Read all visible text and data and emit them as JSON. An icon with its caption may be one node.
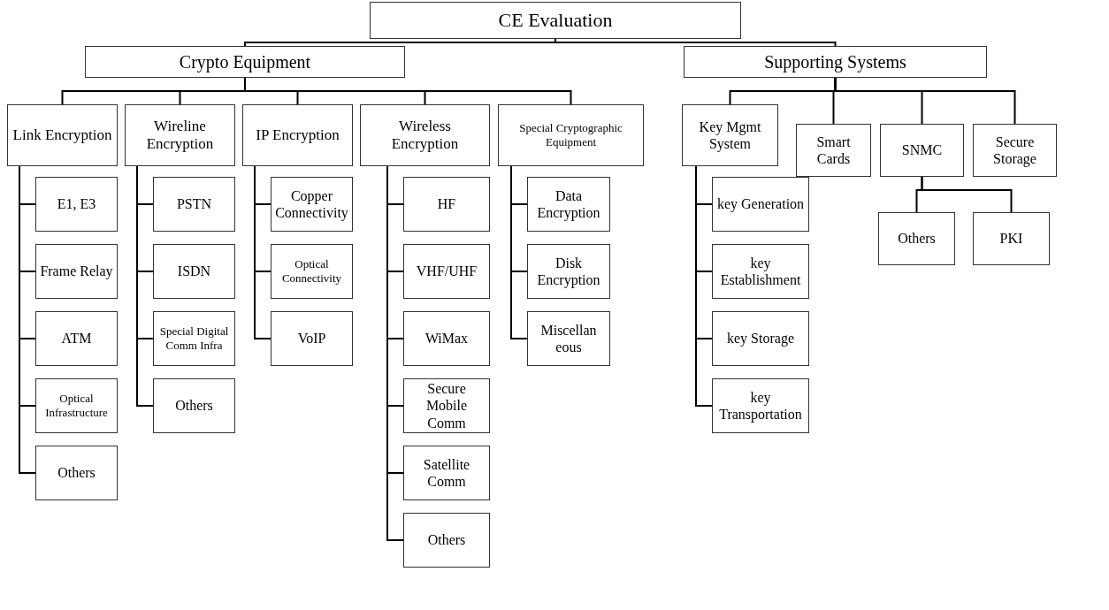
{
  "diagram": {
    "nodes": [
      {
        "text": [
          "CE Evaluation"
        ]
      },
      {
        "text": [
          "Crypto Equipment"
        ]
      },
      {
        "text": [
          "Supporting Systems"
        ]
      },
      {
        "text": [
          "Link Encryption"
        ]
      },
      {
        "text": [
          "Wireline Encryption"
        ]
      },
      {
        "text": [
          "IP Encryption"
        ]
      },
      {
        "text": [
          "Wireless Encryption"
        ]
      },
      {
        "text": [
          "Special Cryptographic Equipment"
        ]
      },
      {
        "text": [
          "Key Mgmt System"
        ]
      },
      {
        "text": [
          "Smart Cards"
        ]
      },
      {
        "text": [
          "SNMC"
        ]
      },
      {
        "text": [
          "Secure Storage"
        ]
      },
      {
        "text": [
          "E1, E3"
        ]
      },
      {
        "text": [
          "Frame Relay"
        ]
      },
      {
        "text": [
          "ATM"
        ]
      },
      {
        "text": [
          "Optical Infrastructure"
        ]
      },
      {
        "text": [
          "Others"
        ]
      },
      {
        "text": [
          "PSTN"
        ]
      },
      {
        "text": [
          "ISDN"
        ]
      },
      {
        "text": [
          "Special Digital Comm Infra"
        ]
      },
      {
        "text": [
          "Others"
        ]
      },
      {
        "text": [
          "Copper Connectivity"
        ]
      },
      {
        "text": [
          "Optical Connectivity"
        ]
      },
      {
        "text": [
          "VoIP"
        ]
      },
      {
        "text": [
          "HF"
        ]
      },
      {
        "text": [
          "VHF/UHF"
        ]
      },
      {
        "text": [
          "WiMax"
        ]
      },
      {
        "text": [
          "Secure Mobile Comm"
        ]
      },
      {
        "text": [
          "Satellite Comm"
        ]
      },
      {
        "text": [
          "Others"
        ]
      },
      {
        "text": [
          "Data Encryption"
        ]
      },
      {
        "text": [
          "Disk Encryption"
        ]
      },
      {
        "text": [
          "Miscellaneous"
        ]
      },
      {
        "text": [
          "key Generation"
        ]
      },
      {
        "text": [
          "key Establishment"
        ]
      },
      {
        "text": [
          "key Storage"
        ]
      },
      {
        "text": [
          "key Transportation"
        ]
      },
      {
        "text": [
          "Others"
        ]
      },
      {
        "text": [
          "PKI"
        ]
      }
    ],
    "edges": [
      {
        "from": 0,
        "to": 1,
        "arrow": "none"
      },
      {
        "from": 0,
        "to": 2,
        "arrow": "none"
      },
      {
        "from": 1,
        "to": 3,
        "arrow": "none"
      },
      {
        "from": 1,
        "to": 4,
        "arrow": "none"
      },
      {
        "from": 1,
        "to": 5,
        "arrow": "none"
      },
      {
        "from": 1,
        "to": 6,
        "arrow": "none"
      },
      {
        "from": 1,
        "to": 7,
        "arrow": "none"
      },
      {
        "from": 2,
        "to": 8,
        "arrow": "none"
      },
      {
        "from": 2,
        "to": 9,
        "arrow": "none"
      },
      {
        "from": 2,
        "to": 10,
        "arrow": "none"
      },
      {
        "from": 2,
        "to": 11,
        "arrow": "none"
      },
      {
        "from": 3,
        "to": 12,
        "arrow": "none"
      },
      {
        "from": 3,
        "to": 13,
        "arrow": "none"
      },
      {
        "from": 3,
        "to": 14,
        "arrow": "none"
      },
      {
        "from": 3,
        "to": 15,
        "arrow": "none"
      },
      {
        "from": 3,
        "to": 16,
        "arrow": "none"
      },
      {
        "from": 4,
        "to": 17,
        "arrow": "none"
      },
      {
        "from": 4,
        "to": 18,
        "arrow": "none"
      },
      {
        "from": 4,
        "to": 19,
        "arrow": "none"
      },
      {
        "from": 4,
        "to": 20,
        "arrow": "none"
      },
      {
        "from": 5,
        "to": 21,
        "arrow": "none"
      },
      {
        "from": 5,
        "to": 22,
        "arrow": "none"
      },
      {
        "from": 5,
        "to": 23,
        "arrow": "none"
      },
      {
        "from": 6,
        "to": 24,
        "arrow": "none"
      },
      {
        "from": 6,
        "to": 25,
        "arrow": "none"
      },
      {
        "from": 6,
        "to": 26,
        "arrow": "none"
      },
      {
        "from": 6,
        "to": 27,
        "arrow": "none"
      },
      {
        "from": 6,
        "to": 28,
        "arrow": "none"
      },
      {
        "from": 6,
        "to": 29,
        "arrow": "none"
      },
      {
        "from": 7,
        "to": 30,
        "arrow": "none"
      },
      {
        "from": 7,
        "to": 31,
        "arrow": "none"
      },
      {
        "from": 7,
        "to": 32,
        "arrow": "none"
      },
      {
        "from": 8,
        "to": 33,
        "arrow": "none"
      },
      {
        "from": 8,
        "to": 34,
        "arrow": "none"
      },
      {
        "from": 8,
        "to": 35,
        "arrow": "none"
      },
      {
        "from": 8,
        "to": 36,
        "arrow": "none"
      },
      {
        "from": 10,
        "to": 37,
        "arrow": "none"
      },
      {
        "from": 10,
        "to": 38,
        "arrow": "none"
      }
    ]
  }
}
